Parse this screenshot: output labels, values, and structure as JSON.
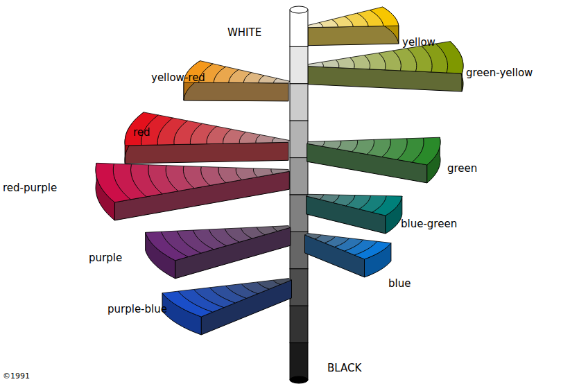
{
  "diagram": {
    "labels": [
      "WHITE",
      "yellow",
      "green-yellow",
      "yellow-red",
      "red",
      "green",
      "red-purple",
      "blue-green",
      "purple",
      "blue",
      "purple-blue",
      "BLACK",
      "©1991"
    ]
  }
}
